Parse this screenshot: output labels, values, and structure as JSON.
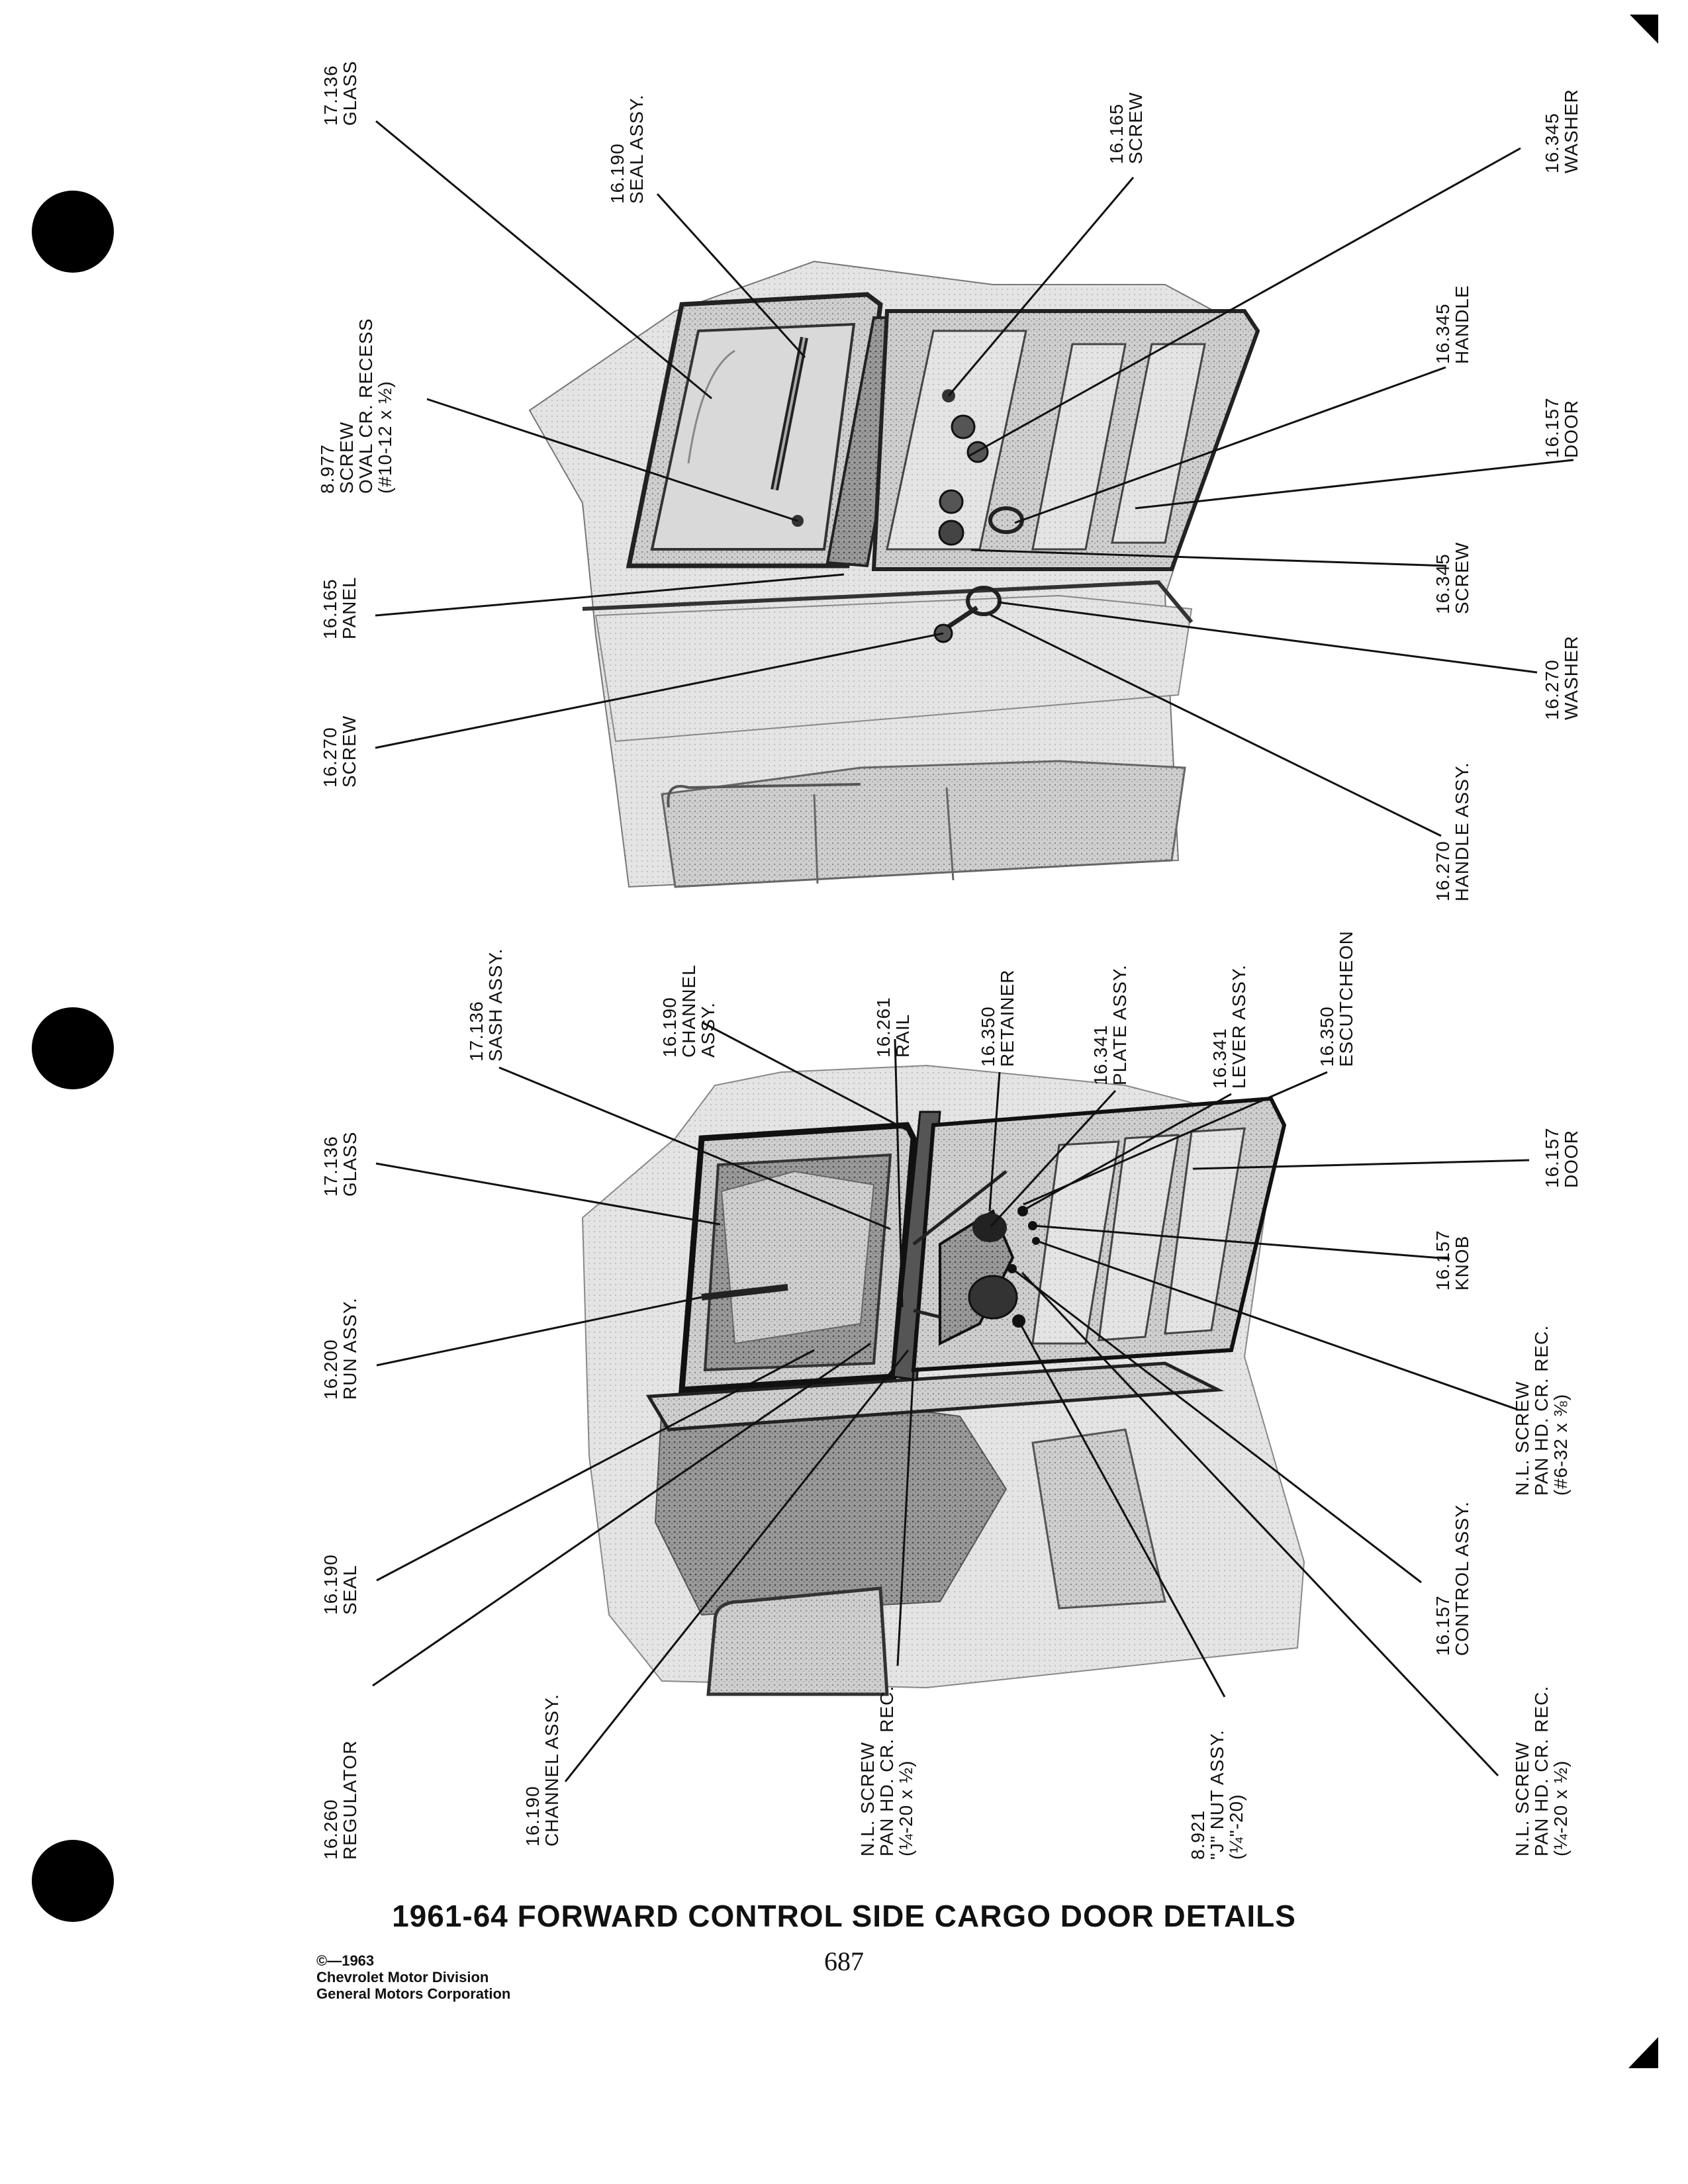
{
  "title": "1961-64 FORWARD CONTROL SIDE CARGO DOOR DETAILS",
  "page_number": "687",
  "copyright": [
    "©—1963",
    "Chevrolet Motor Division",
    "General Motors Corporation"
  ],
  "upper_diagram": {
    "callouts": [
      {
        "id": "glass",
        "lines": [
          "17.136",
          "GLASS"
        ]
      },
      {
        "id": "seal_assy",
        "lines": [
          "16.190",
          "SEAL ASSY."
        ]
      },
      {
        "id": "screw_top",
        "lines": [
          "16.165",
          "SCREW"
        ]
      },
      {
        "id": "washer_top",
        "lines": [
          "16.345",
          "WASHER"
        ]
      },
      {
        "id": "screw_oval",
        "lines": [
          "8.977",
          "SCREW",
          "OVAL CR. RECESS",
          "(#10-12 x ½)"
        ]
      },
      {
        "id": "handle",
        "lines": [
          "16.345",
          "HANDLE"
        ]
      },
      {
        "id": "door",
        "lines": [
          "16.157",
          "DOOR"
        ]
      },
      {
        "id": "panel",
        "lines": [
          "16.165",
          "PANEL"
        ]
      },
      {
        "id": "screw_mid",
        "lines": [
          "16.345",
          "SCREW"
        ]
      },
      {
        "id": "screw_left",
        "lines": [
          "16.270",
          "SCREW"
        ]
      },
      {
        "id": "washer_bottom",
        "lines": [
          "16.270",
          "WASHER"
        ]
      },
      {
        "id": "handle_assy",
        "lines": [
          "16.270",
          "HANDLE ASSY."
        ]
      }
    ]
  },
  "lower_diagram": {
    "callouts": [
      {
        "id": "sash_assy",
        "lines": [
          "17.136",
          "SASH ASSY."
        ]
      },
      {
        "id": "channel_assy_top",
        "lines": [
          "16.190",
          "CHANNEL",
          "ASSY."
        ]
      },
      {
        "id": "rail",
        "lines": [
          "16.261",
          "RAIL"
        ]
      },
      {
        "id": "retainer",
        "lines": [
          "16.350",
          "RETAINER"
        ]
      },
      {
        "id": "plate_assy",
        "lines": [
          "16.341",
          "PLATE ASSY."
        ]
      },
      {
        "id": "lever_assy",
        "lines": [
          "16.341",
          "LEVER ASSY."
        ]
      },
      {
        "id": "escutcheon",
        "lines": [
          "16.350",
          "ESCUTCHEON"
        ]
      },
      {
        "id": "glass",
        "lines": [
          "17.136",
          "GLASS"
        ]
      },
      {
        "id": "door",
        "lines": [
          "16.157",
          "DOOR"
        ]
      },
      {
        "id": "knob",
        "lines": [
          "16.157",
          "KNOB"
        ]
      },
      {
        "id": "run_assy",
        "lines": [
          "16.200",
          "RUN ASSY."
        ]
      },
      {
        "id": "screw_632",
        "lines": [
          "N.L. SCREW",
          "PAN HD. CR. REC.",
          "(#6-32 x ⅜)"
        ]
      },
      {
        "id": "seal",
        "lines": [
          "16.190",
          "SEAL"
        ]
      },
      {
        "id": "control_assy",
        "lines": [
          "16.157",
          "CONTROL ASSY."
        ]
      },
      {
        "id": "regulator",
        "lines": [
          "16.260",
          "REGULATOR"
        ]
      },
      {
        "id": "channel_assy_bottom",
        "lines": [
          "16.190",
          "CHANNEL ASSY."
        ]
      },
      {
        "id": "screw_1420_left",
        "lines": [
          "N.L. SCREW",
          "PAN HD. CR. REC.",
          "(¼-20 x ½)"
        ]
      },
      {
        "id": "j_nut",
        "lines": [
          "8.921",
          "\"J\" NUT ASSY.",
          "(¼\"-20)"
        ]
      },
      {
        "id": "screw_1420_right",
        "lines": [
          "N.L. SCREW",
          "PAN HD. CR. REC.",
          "(¼-20 x ½)"
        ]
      }
    ]
  }
}
